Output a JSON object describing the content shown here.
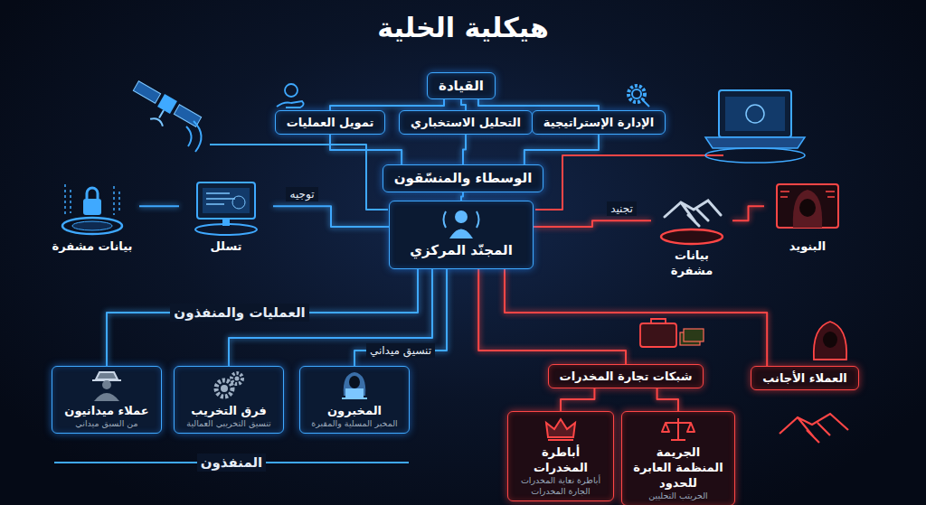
{
  "diagram": {
    "title": "هيكلية الخلية",
    "nodes": [
      {
        "text": [
          "القيادة"
        ]
      },
      {
        "text": [
          "تمويل العمليات"
        ]
      },
      {
        "text": [
          "التحليل الاستخباري"
        ]
      },
      {
        "text": [
          "الإدارة الإستراتيجية"
        ]
      },
      {
        "text": [
          "الوسطاء والمنسّقون"
        ]
      },
      {
        "text": [
          "المجنّد المركزي"
        ]
      },
      {
        "text": [
          "بيانات مشفرة"
        ]
      },
      {
        "text": [
          "تسلل"
        ]
      },
      {
        "text": [
          "بيانات مشفرة"
        ]
      },
      {
        "text": [
          "البنويد"
        ]
      },
      {
        "text": [
          "عملاء ميدانيون",
          "من السبق ميداني"
        ]
      },
      {
        "text": [
          "فرق التخريب",
          "تنسيق التخريبي العمالية"
        ]
      },
      {
        "text": [
          "المخبرون",
          "المخبر المسلية والمقبرة"
        ]
      },
      {
        "text": [
          "شبكات تجارة المخدرات"
        ]
      },
      {
        "text": [
          "العملاء الأجانب"
        ]
      },
      {
        "text": [
          "أباطرة المخدرات",
          "أباطرة نعاية المخدرات الجارة المخدرات"
        ]
      },
      {
        "text": [
          "الجريمة المنظمة العابرة للحدود",
          "الحريتب التحليين"
        ]
      }
    ],
    "edges": [
      {
        "from": 0,
        "to": 1,
        "arrow": "none"
      },
      {
        "from": 0,
        "to": 2,
        "arrow": "none"
      },
      {
        "from": 0,
        "to": 3,
        "arrow": "none"
      },
      {
        "from": 1,
        "to": 4,
        "arrow": "none"
      },
      {
        "from": 2,
        "to": 4,
        "arrow": "none"
      },
      {
        "from": 3,
        "to": 4,
        "arrow": "none"
      },
      {
        "from": 4,
        "to": 5,
        "arrow": "none"
      },
      {
        "from": 5,
        "to": 7,
        "label": "توجيه",
        "arrow": "none"
      },
      {
        "from": 7,
        "to": 6,
        "arrow": "none"
      },
      {
        "from": 5,
        "to": 8,
        "label": "تجنيد",
        "arrow": "none"
      },
      {
        "from": 8,
        "to": 9,
        "arrow": "none"
      },
      {
        "from": 5,
        "to": 10,
        "arrow": "none"
      },
      {
        "from": 5,
        "to": 11,
        "arrow": "none"
      },
      {
        "from": 5,
        "to": 12,
        "label": "تنسيق ميداني",
        "arrow": "none"
      },
      {
        "from": 5,
        "to": 13,
        "arrow": "none"
      },
      {
        "from": 5,
        "to": 14,
        "arrow": "none"
      },
      {
        "from": 13,
        "to": 15,
        "arrow": "none"
      },
      {
        "from": 13,
        "to": 16,
        "arrow": "none"
      }
    ],
    "labels": [
      "العمليات والمنفذون",
      "المنفذون"
    ]
  }
}
